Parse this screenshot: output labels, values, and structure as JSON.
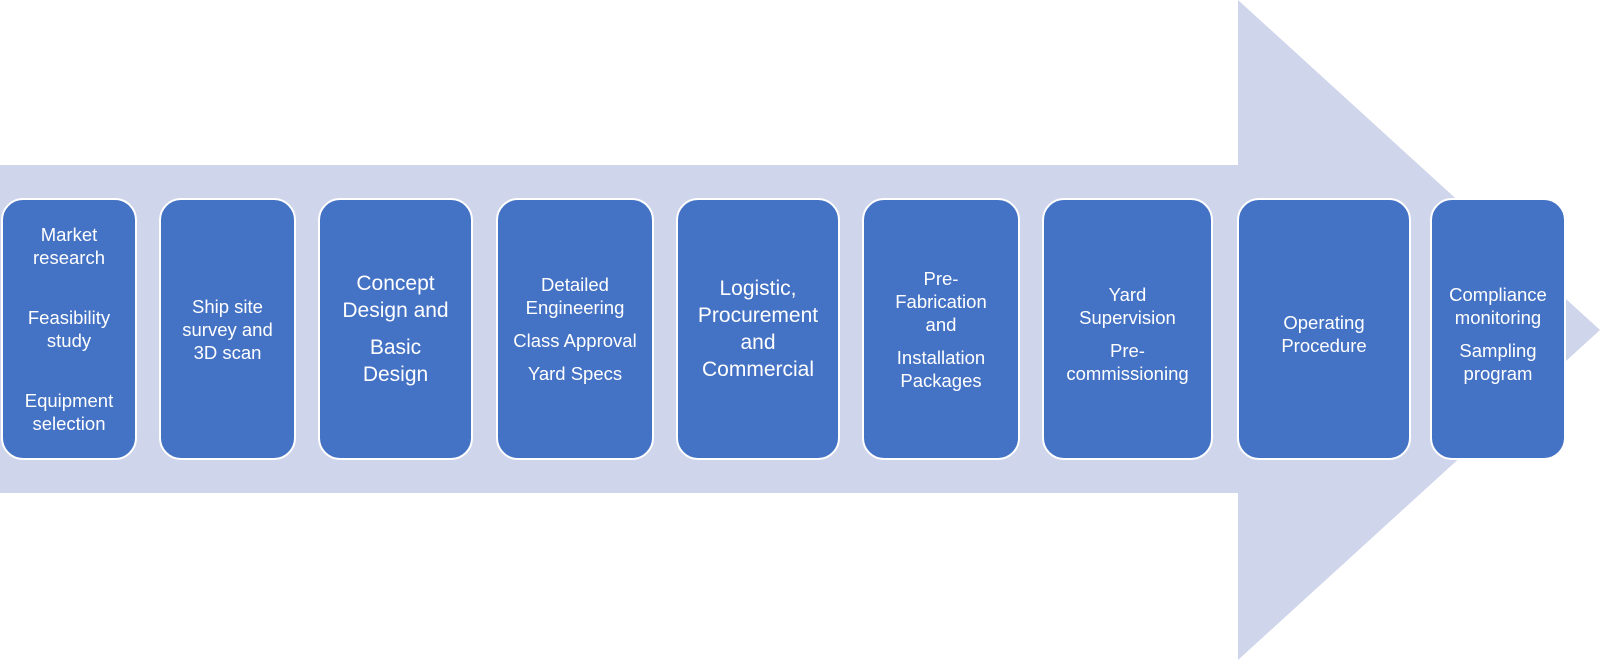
{
  "diagram": {
    "type": "process-arrow",
    "arrow_color": "#cfd5ea",
    "box_color": "#4472c4",
    "text_color": "#ffffff",
    "steps": [
      {
        "name": "market-research",
        "paragraphs": [
          [
            "Market",
            "research"
          ],
          [
            "Feasibility",
            "study"
          ],
          [
            "Equipment",
            "selection"
          ]
        ]
      },
      {
        "name": "ship-site-survey",
        "paragraphs": [
          [
            "Ship site",
            "survey and",
            "3D scan"
          ]
        ]
      },
      {
        "name": "concept-design",
        "paragraphs": [
          [
            "Concept",
            "Design and"
          ],
          [
            "Basic",
            "Design"
          ]
        ]
      },
      {
        "name": "detailed-engineering",
        "paragraphs": [
          [
            "Detailed",
            "Engineering"
          ],
          [
            "Class Approval"
          ],
          [
            "Yard Specs"
          ]
        ]
      },
      {
        "name": "logistic-procurement",
        "paragraphs": [
          [
            "Logistic,",
            "Procurement",
            "and",
            "Commercial"
          ]
        ]
      },
      {
        "name": "pre-fabrication",
        "paragraphs": [
          [
            "Pre-",
            "Fabrication",
            "and"
          ],
          [
            "Installation",
            "Packages"
          ]
        ]
      },
      {
        "name": "yard-supervision",
        "paragraphs": [
          [
            "Yard",
            "Supervision"
          ],
          [
            "Pre-",
            "commissioning"
          ]
        ]
      },
      {
        "name": "operating-procedure",
        "paragraphs": [
          [
            "Operating",
            "Procedure"
          ]
        ]
      },
      {
        "name": "compliance-monitoring",
        "paragraphs": [
          [
            "Compliance",
            "monitoring"
          ],
          [
            "Sampling",
            "program"
          ]
        ]
      }
    ]
  }
}
